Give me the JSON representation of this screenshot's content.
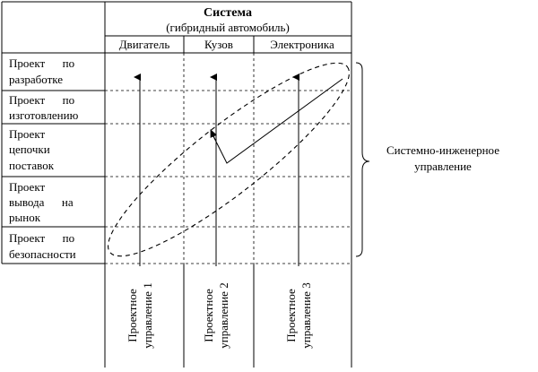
{
  "system": {
    "title": "Система",
    "subtitle": "(гибридный автомобиль)"
  },
  "columns": [
    {
      "label": "Двигатель"
    },
    {
      "label": "Кузов"
    },
    {
      "label": "Электроника"
    }
  ],
  "rows": [
    {
      "lines": [
        "Проект      по",
        "разработке"
      ]
    },
    {
      "lines": [
        "Проект      по",
        "изготовлению"
      ]
    },
    {
      "lines": [
        "Проект",
        "цепочки",
        "поставок"
      ]
    },
    {
      "lines": [
        "Проект",
        "вывода      на",
        "рынок"
      ]
    },
    {
      "lines": [
        "Проект      по",
        "безопасности"
      ]
    }
  ],
  "bottom_labels": [
    {
      "line1": "Проектное",
      "line2": "управление 1"
    },
    {
      "line1": "Проектное",
      "line2": "управление 2"
    },
    {
      "line1": "Проектное",
      "line2": "управление 3"
    }
  ],
  "brace_label": {
    "line1": "Системно-инженерное",
    "line2": "управление"
  }
}
